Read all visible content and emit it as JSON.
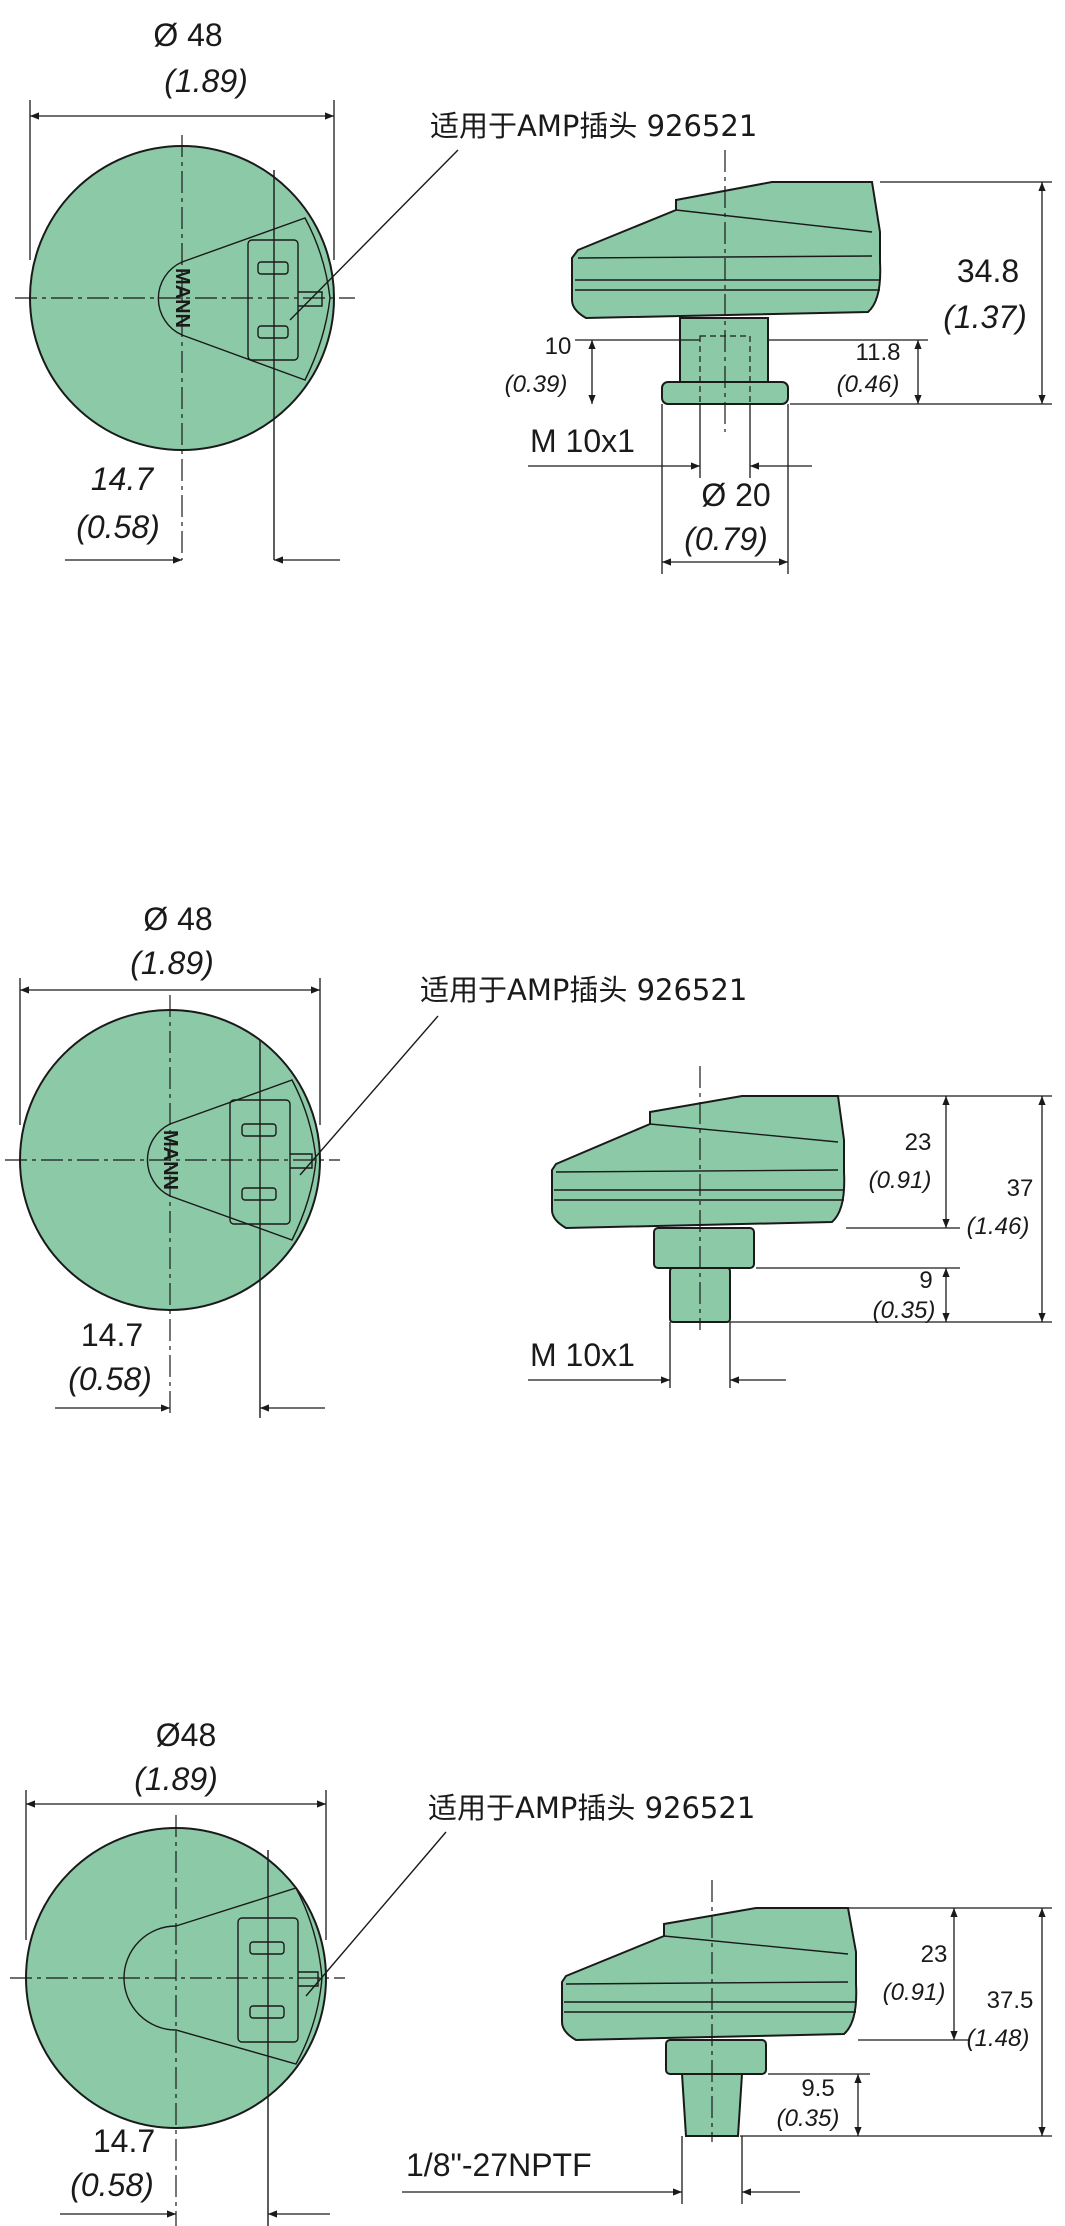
{
  "colors": {
    "body_fill": "#8ccaa7",
    "line": "#1a1a1a",
    "background": "#ffffff"
  },
  "logo": {
    "text": "MANN"
  },
  "views": [
    {
      "diameter": "Ø 48",
      "diameter_in": "(1.89)",
      "connector_note": "适用于AMP插头  926521",
      "offset": "14.7",
      "offset_in": "(0.58)",
      "height_total": "34.8",
      "height_total_in": "(1.37)",
      "dim_a": "10",
      "dim_a_in": "(0.39)",
      "dim_b": "11.8",
      "dim_b_in": "(0.46)",
      "thread": "M 10x1",
      "shaft_dia": "Ø 20",
      "shaft_dia_in": "(0.79)"
    },
    {
      "diameter": "Ø 48",
      "diameter_in": "(1.89)",
      "connector_note": "适用于AMP插头  926521",
      "offset": "14.7",
      "offset_in": "(0.58)",
      "dim_upper": "23",
      "dim_upper_in": "(0.91)",
      "height_total": "37",
      "height_total_in": "(1.46)",
      "dim_thread_len": "9",
      "dim_thread_len_in": "(0.35)",
      "thread": "M 10x1"
    },
    {
      "diameter": "Ø48",
      "diameter_in": "(1.89)",
      "connector_note": "适用于AMP插头  926521",
      "offset": "14.7",
      "offset_in": "(0.58)",
      "dim_upper": "23",
      "dim_upper_in": "(0.91)",
      "height_total": "37.5",
      "height_total_in": "(1.48)",
      "dim_thread_len": "9.5",
      "dim_thread_len_in": "(0.35)",
      "thread": "1/8\"-27NPTF"
    }
  ]
}
